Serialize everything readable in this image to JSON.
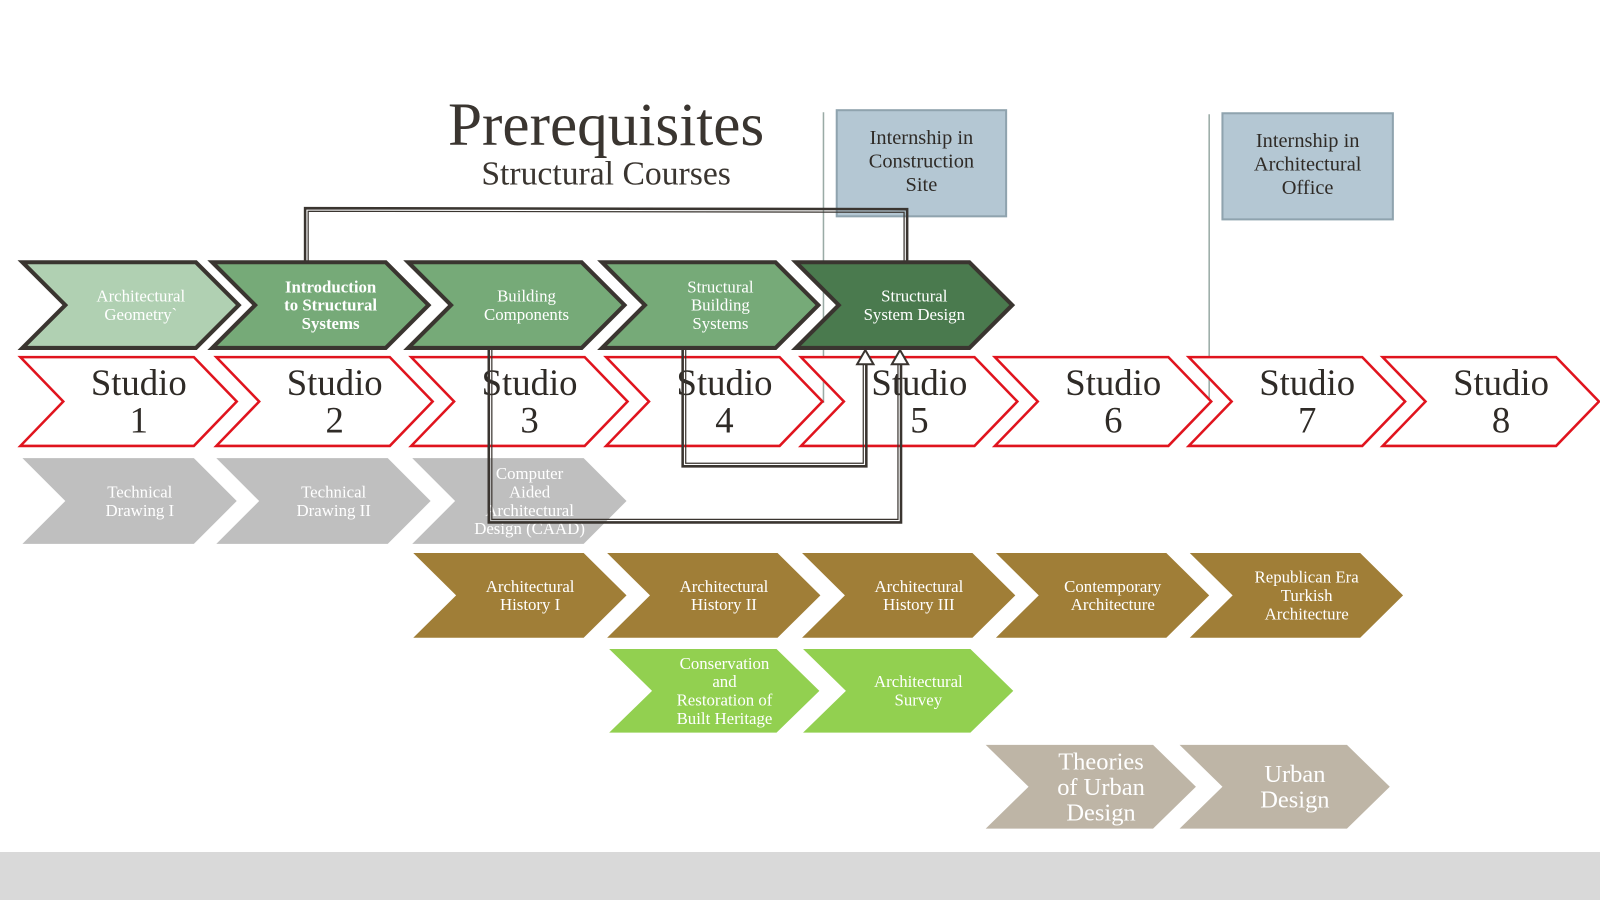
{
  "title": "Prerequisites",
  "subtitle": "Structural Courses",
  "internships": [
    {
      "lines": [
        "Internship  in",
        "Construction",
        "Site"
      ]
    },
    {
      "lines": [
        "Internship  in",
        "Architectural",
        "Office"
      ]
    }
  ],
  "rows": {
    "structural": [
      {
        "lines": [
          "Architectural",
          "Geometry`"
        ],
        "color": "#b0d0b2"
      },
      {
        "lines": [
          "Introduction",
          "to Structural",
          "Systems"
        ],
        "color": "#76aa78"
      },
      {
        "lines": [
          "Building",
          "Components"
        ],
        "color": "#76aa78"
      },
      {
        "lines": [
          "Structural",
          "Building",
          "Systems"
        ],
        "color": "#76aa78"
      },
      {
        "lines": [
          "Structural",
          "System Design"
        ],
        "color": "#4a7a4e"
      }
    ],
    "studios": [
      {
        "lines": [
          "Studio",
          "1"
        ]
      },
      {
        "lines": [
          "Studio",
          "2"
        ]
      },
      {
        "lines": [
          "Studio",
          "3"
        ]
      },
      {
        "lines": [
          "Studio",
          "4"
        ]
      },
      {
        "lines": [
          "Studio",
          "5"
        ]
      },
      {
        "lines": [
          "Studio",
          "6"
        ]
      },
      {
        "lines": [
          "Studio",
          "7"
        ]
      },
      {
        "lines": [
          "Studio",
          "8"
        ]
      }
    ],
    "drawing": [
      {
        "lines": [
          "Technical",
          "Drawing I"
        ]
      },
      {
        "lines": [
          "Technical",
          "Drawing II"
        ]
      },
      {
        "lines": [
          "Computer",
          "Aided",
          "Architectural",
          "Design (CAAD)"
        ]
      }
    ],
    "history": [
      {
        "lines": [
          "Architectural",
          "History I"
        ]
      },
      {
        "lines": [
          "Architectural",
          "History II"
        ]
      },
      {
        "lines": [
          "Architectural",
          "History III"
        ]
      },
      {
        "lines": [
          "Contemporary",
          "Architecture"
        ]
      },
      {
        "lines": [
          "Republican Era",
          "Turkish",
          "Architecture"
        ]
      }
    ],
    "heritage": [
      {
        "lines": [
          "Conservation",
          "and",
          "Restoration of",
          "Built Heritage"
        ]
      },
      {
        "lines": [
          "Architectural",
          "Survey"
        ]
      }
    ],
    "urban": [
      {
        "lines": [
          "Theories",
          "of Urban",
          "Design"
        ]
      },
      {
        "lines": [
          "Urban",
          "Design"
        ]
      }
    ]
  },
  "colors": {
    "studio_border": "#e0141e",
    "outline": "#3a3530",
    "drawing": "#bfbfbf",
    "history": "#a07e37",
    "heritage": "#92d050",
    "urban": "#beb5a6",
    "internship": "#b4c7d3"
  }
}
